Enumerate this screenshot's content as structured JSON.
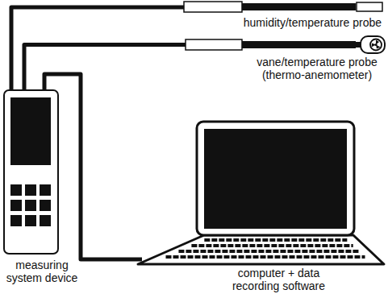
{
  "diagram": {
    "nodes": [
      {
        "text": [
          "humidity/temperature probe"
        ]
      },
      {
        "text": [
          "vane/temperature probe (thermo-anemometer)"
        ]
      },
      {
        "text": [
          "measuring system device"
        ]
      },
      {
        "text": [
          "computer + data recording software"
        ]
      }
    ],
    "edges": [
      {
        "from": 2,
        "to": 0,
        "arrow": "none"
      },
      {
        "from": 2,
        "to": 1,
        "arrow": "none"
      },
      {
        "from": 2,
        "to": 3,
        "arrow": "none"
      }
    ]
  }
}
